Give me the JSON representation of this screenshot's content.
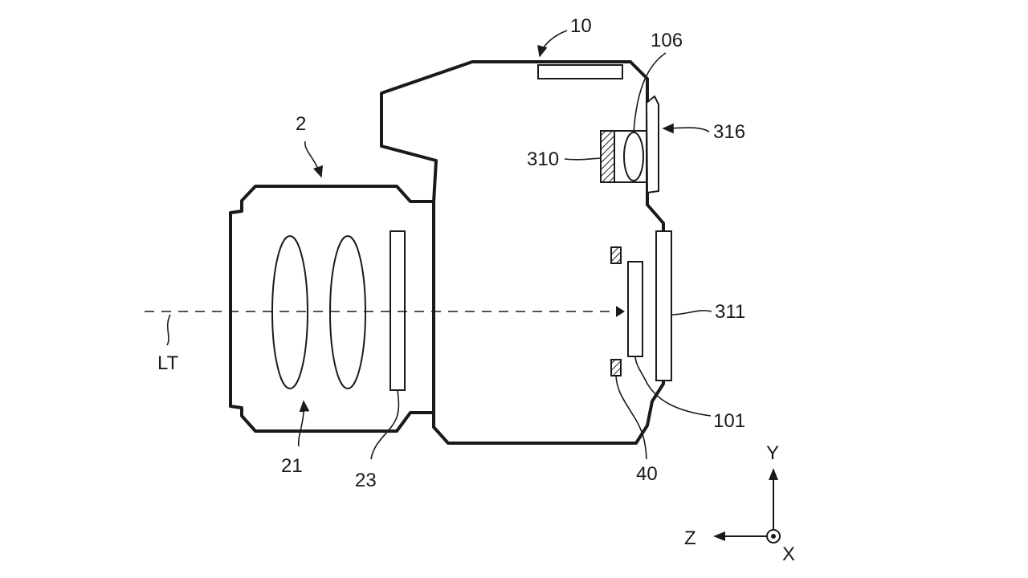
{
  "labels": {
    "camera_body": "10",
    "lens_unit": "2",
    "finder_lens": "106",
    "eyepiece_cover": "316",
    "finder_element": "310",
    "rear_display": "311",
    "image_sensor": "101",
    "sensor_holder": "40",
    "optical_axis": "LT",
    "lens_group": "21",
    "lens_filter": "23"
  },
  "axes": {
    "y_label": "Y",
    "z_label": "Z",
    "x_label": "X"
  }
}
